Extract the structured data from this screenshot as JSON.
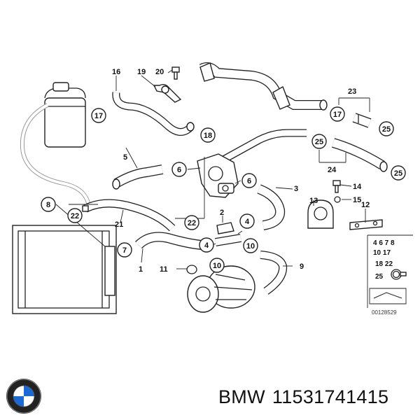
{
  "caption": {
    "brand": "BMW",
    "part_number": "11531741415"
  },
  "doc_number": "00128529",
  "labels": {
    "l1": "1",
    "l2": "2",
    "l3": "3",
    "l4a": "4",
    "l4b": "4",
    "l5": "5",
    "l6a": "6",
    "l6b": "6",
    "l7": "7",
    "l8": "8",
    "l9": "9",
    "l10a": "10",
    "l10b": "10",
    "l11": "11",
    "l12": "12",
    "l13": "13",
    "l14": "14",
    "l15": "15",
    "l16": "16",
    "l17a": "17",
    "l17b": "17",
    "l18": "18",
    "l19": "19",
    "l20": "20",
    "l21": "21",
    "l22a": "22",
    "l22b": "22",
    "l23": "23",
    "l24": "24",
    "l25a": "25",
    "l25b": "25",
    "l25c": "25"
  },
  "inventory": [
    "4 6 7 8",
    "10 17",
    "18 22",
    "25"
  ],
  "icons": {
    "logo": "bmw-roundel-logo"
  },
  "colors": {
    "line": "#222222",
    "background": "#ffffff",
    "logo_blue": "#1c69d4"
  }
}
